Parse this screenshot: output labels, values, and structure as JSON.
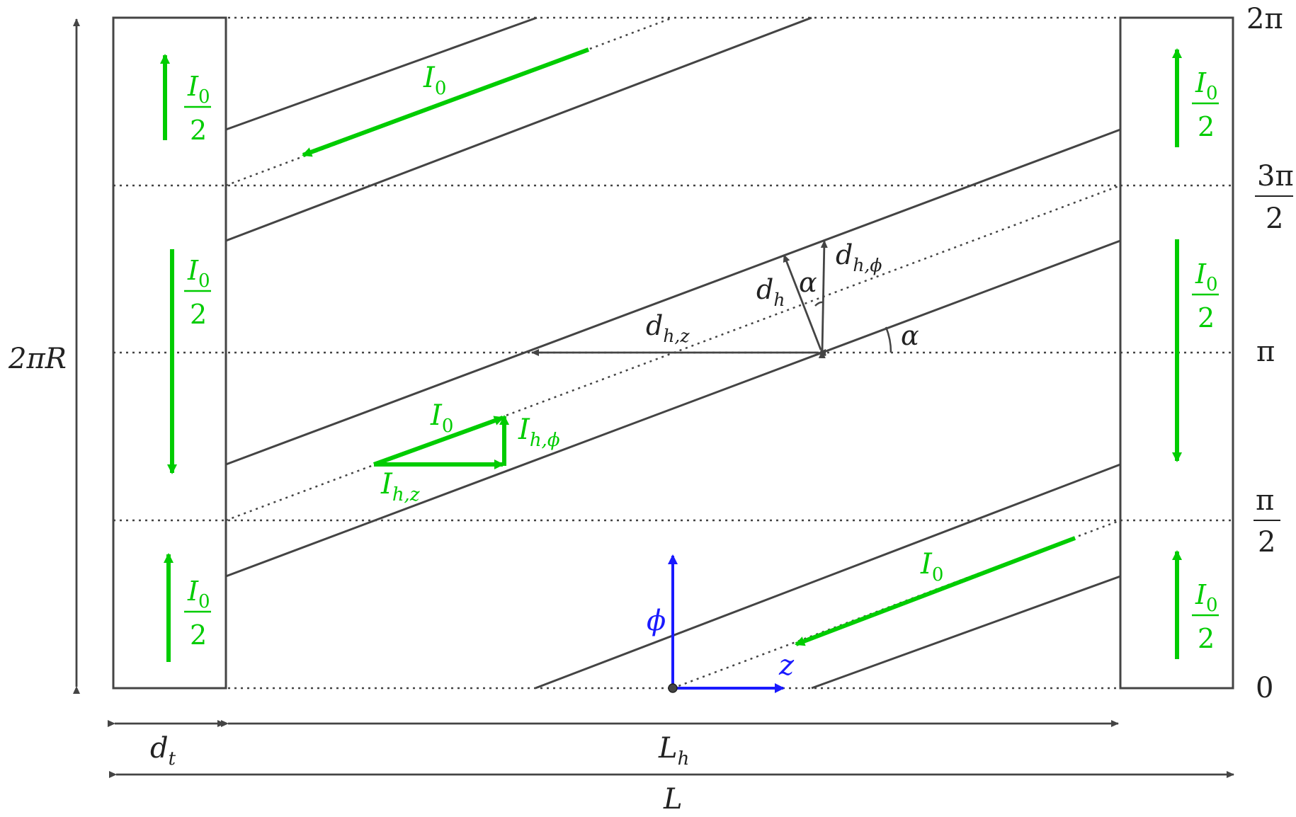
{
  "colors": {
    "line": "#444444",
    "current": "#00cc00",
    "axes": "#1a1aff",
    "label": "#222222"
  },
  "axis_ticks": {
    "two_pi": "2π",
    "three_pi_half_num": "3π",
    "three_pi_half_den": "2",
    "pi": "π",
    "pi_half_num": "π",
    "pi_half_den": "2",
    "zero": "0"
  },
  "dimensions": {
    "height": "2πR",
    "d_t": {
      "base": "d",
      "sub": "t"
    },
    "L_h": {
      "base": "L",
      "sub": "h"
    },
    "L": "L"
  },
  "terminal_current": {
    "base": "I",
    "sub": "0",
    "den": "2"
  },
  "helix_current": {
    "base": "I",
    "sub": "0"
  },
  "components": {
    "I_hz": {
      "base": "I",
      "sub": "h,z"
    },
    "I_hphi": {
      "base": "I",
      "sub": "h,ϕ"
    }
  },
  "spacing": {
    "d_h": {
      "base": "d",
      "sub": "h"
    },
    "d_hphi": {
      "base": "d",
      "sub": "h,ϕ"
    },
    "d_hz": {
      "base": "d",
      "sub": "h,z"
    }
  },
  "angle_label": "α",
  "coord_axes": {
    "phi": "ϕ",
    "z": "z"
  }
}
